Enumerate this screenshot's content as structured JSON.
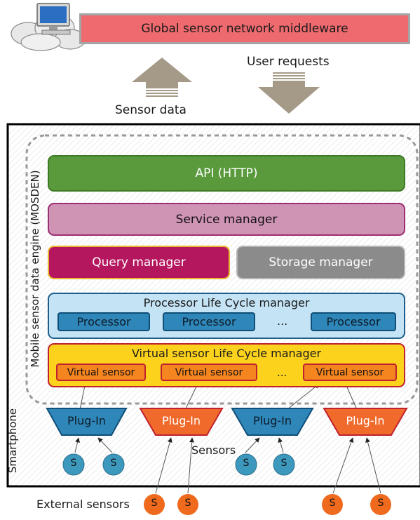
{
  "middleware_label": "Global sensor network middleware",
  "sensor_data_label": "Sensor data",
  "user_requests_label": "User requests",
  "smartphone_label": "Smartphone",
  "engine_label": "Mobile sensor data engine (MOSDEN)",
  "layers": {
    "api": "API (HTTP)",
    "service_manager": "Service manager",
    "query_manager": "Query manager",
    "storage_manager": "Storage manager",
    "processor_lcm": "Processor Life Cycle manager",
    "virtual_sensor_lcm": "Virtual sensor Life Cycle manager"
  },
  "processors": [
    "Processor",
    "Processor",
    "Processor"
  ],
  "virtual_sensors": [
    "Virtual sensor",
    "Virtual sensor",
    "Virtual sensor"
  ],
  "ellipsis": "...",
  "plugins": [
    "Plug-In",
    "Plug-In",
    "Plug-In",
    "Plug-In"
  ],
  "sensors_label": "Sensors",
  "external_sensors_label": "External sensors",
  "sensor_node_label": "S",
  "colors": {
    "middleware_fill": "#ee6a6f",
    "api_fill": "#5a9a3c",
    "service_fill": "#cf93b4",
    "query_fill": "#b5175f",
    "storage_fill": "#8b8b8b",
    "processor_lcm_fill": "#c4e3f5",
    "vs_lcm_fill": "#fcd21d",
    "internal_plugin": "#2f86b8",
    "external_plugin": "#f06a2c",
    "internal_sensor": "#3d98bd",
    "external_sensor": "#f06a1e",
    "arrow": "#a59a88"
  }
}
